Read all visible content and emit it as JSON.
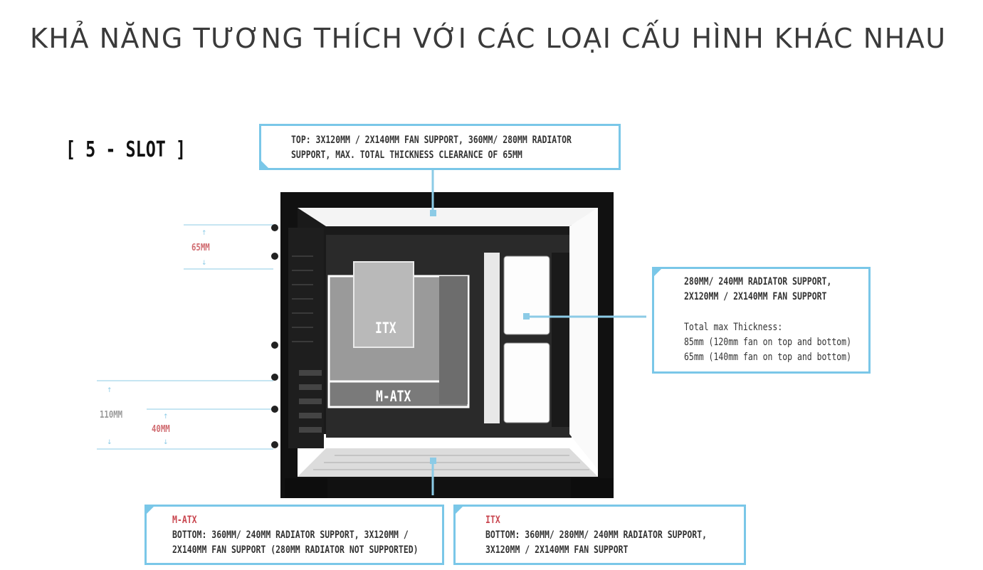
{
  "page": {
    "title": "KHẢ NĂNG TƯƠNG THÍCH VỚI CÁC LOẠI CẤU HÌNH KHÁC NHAU",
    "slot_label": "[ 5 - SLOT ]"
  },
  "callouts": {
    "top": {
      "line1": "TOP: 3X120MM / 2X140MM FAN SUPPORT, 360MM/ 280MM RADIATOR",
      "line2": "SUPPORT, MAX. TOTAL THICKNESS CLEARANCE OF 65MM"
    },
    "side": {
      "line1": "280MM/ 240MM RADIATOR SUPPORT,",
      "line2": "2X120MM / 2X140MM FAN SUPPORT",
      "note_title": "Total max Thickness:",
      "note_line1": "85mm (120mm fan on top and bottom)",
      "note_line2": "65mm (140mm fan on top and bottom)"
    },
    "matx": {
      "heading": "M-ATX",
      "line1": "BOTTOM: 360MM/ 240MM RADIATOR SUPPORT, 3X120MM /",
      "line2": "2X140MM FAN SUPPORT (280MM RADIATOR NOT SUPPORTED)"
    },
    "itx": {
      "heading": "ITX",
      "line1": "BOTTOM: 360MM/ 280MM/ 240MM RADIATOR SUPPORT,",
      "line2": "3X120MM / 2X140MM FAN SUPPORT"
    }
  },
  "measurements": {
    "top_clearance": "65MM",
    "bottom_total": "110MM",
    "bottom_clearance": "40MM"
  },
  "board_labels": {
    "itx": "ITX",
    "matx": "M-ATX"
  },
  "colors": {
    "callout_border": "#7ac7e8",
    "highlight_red": "#c9464f",
    "case_black": "#151515"
  }
}
